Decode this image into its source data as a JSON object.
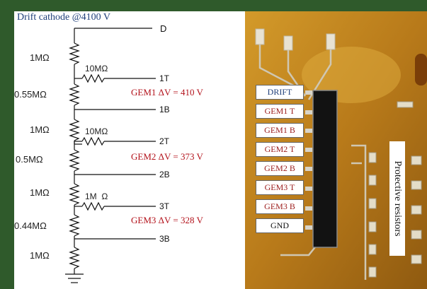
{
  "circuit": {
    "caption": "Drift cathode @4100 V",
    "nodes": [
      "D",
      "1T",
      "1B",
      "2T",
      "2B",
      "3T",
      "3B"
    ],
    "chain_resistors": [
      "1MΩ",
      "0.55MΩ",
      "1MΩ",
      "0.5MΩ",
      "1MΩ",
      "0.44MΩ",
      "1MΩ"
    ],
    "series_resistors": [
      "10MΩ",
      "10MΩ",
      "1M  Ω"
    ],
    "gem_voltages": [
      "GEM1 ΔV = 410 V",
      "GEM2 ΔV = 373 V",
      "GEM3 ΔV = 328 V"
    ]
  },
  "photo": {
    "labels": [
      "DRIFT",
      "GEM1 T",
      "GEM1 B",
      "GEM2 T",
      "GEM2 B",
      "GEM3 T",
      "GEM3 B",
      "GND"
    ],
    "vertical_label": "Protective resistors"
  },
  "colors": {
    "frame": "#2f5a2b",
    "board": "#c98a1e",
    "gem_red": "#b3121b",
    "caption_blue": "#1f3f7a"
  }
}
